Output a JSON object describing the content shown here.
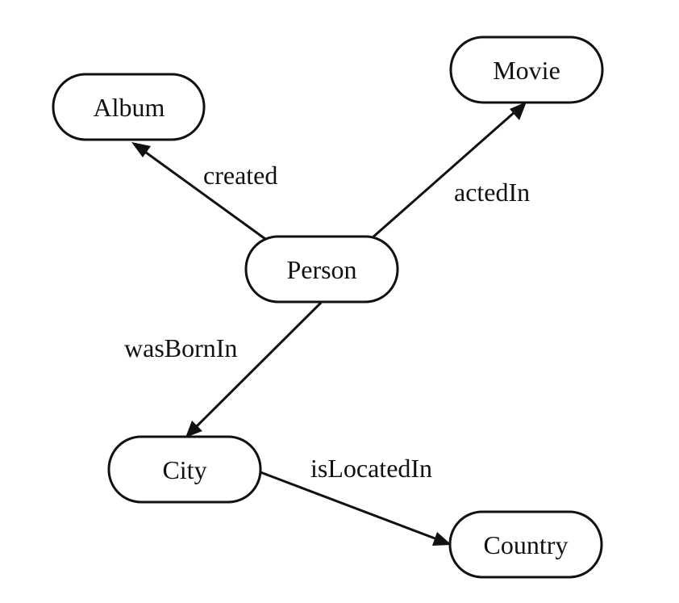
{
  "nodes": {
    "album": "Album",
    "movie": "Movie",
    "person": "Person",
    "city": "City",
    "country": "Country"
  },
  "edges": {
    "created": "created",
    "acted_in": "actedIn",
    "was_born_in": "wasBornIn",
    "is_located_in": "isLocatedIn"
  }
}
